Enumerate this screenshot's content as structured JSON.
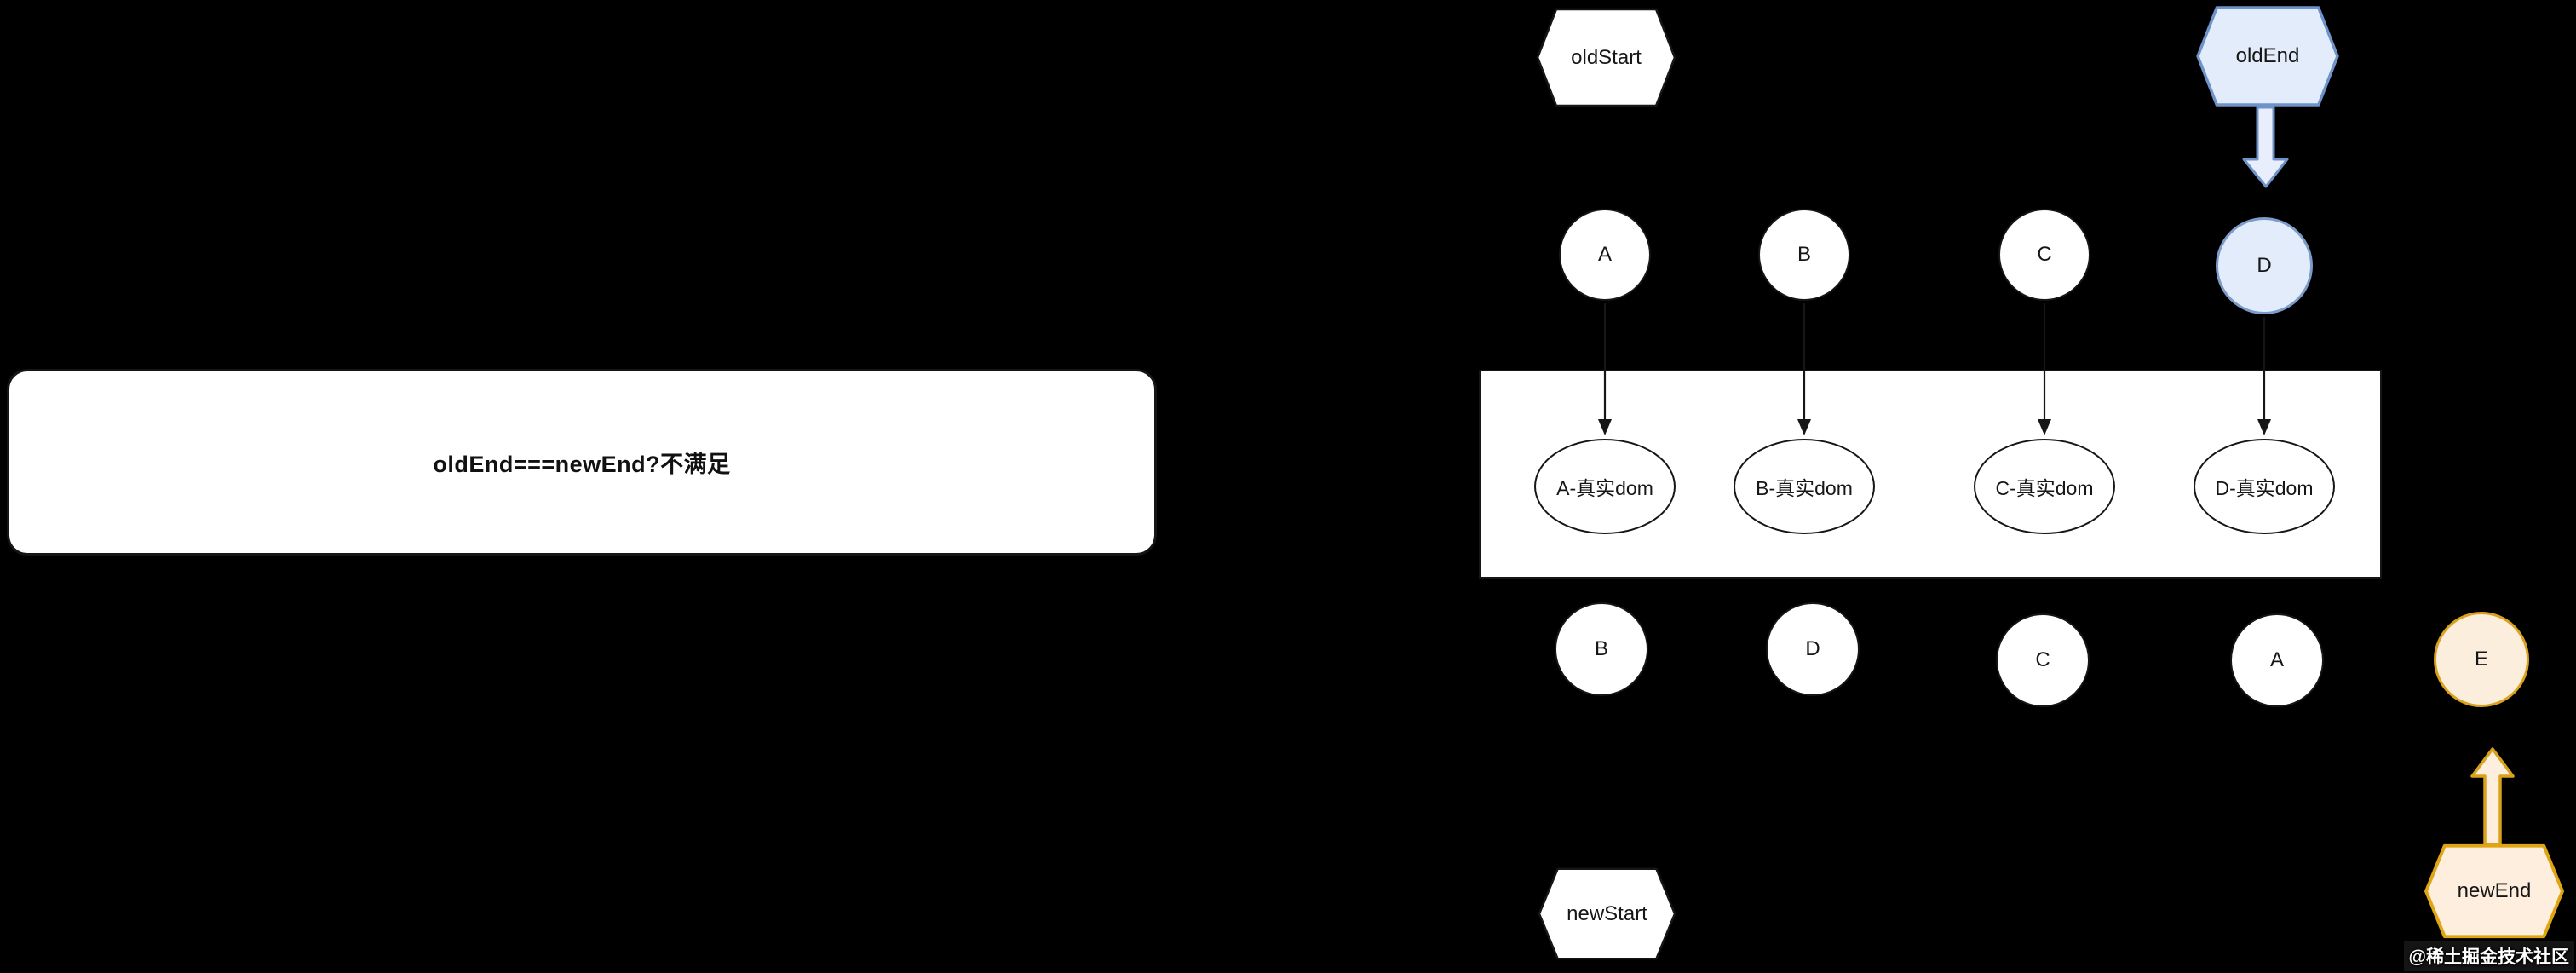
{
  "callout": {
    "text": "oldEnd===newEnd?不满足"
  },
  "old_list": {
    "start_label": "oldStart",
    "end_label": "oldEnd",
    "nodes": [
      "A",
      "B",
      "C",
      "D"
    ]
  },
  "dom_container": {
    "nodes": [
      "A-真实dom",
      "B-真实dom",
      "C-真实dom",
      "D-真实dom"
    ]
  },
  "new_list": {
    "start_label": "newStart",
    "end_label": "newEnd",
    "nodes": [
      "B",
      "D",
      "C",
      "A",
      "E"
    ]
  },
  "colors": {
    "background": "#000000",
    "highlight_blue_fill": "#e3ecfa",
    "highlight_blue_border": "#6e93c8",
    "highlight_gold_fill": "#fceedd",
    "highlight_gold_border": "#d9a11c"
  },
  "watermark": "@稀土掘金技术社区"
}
